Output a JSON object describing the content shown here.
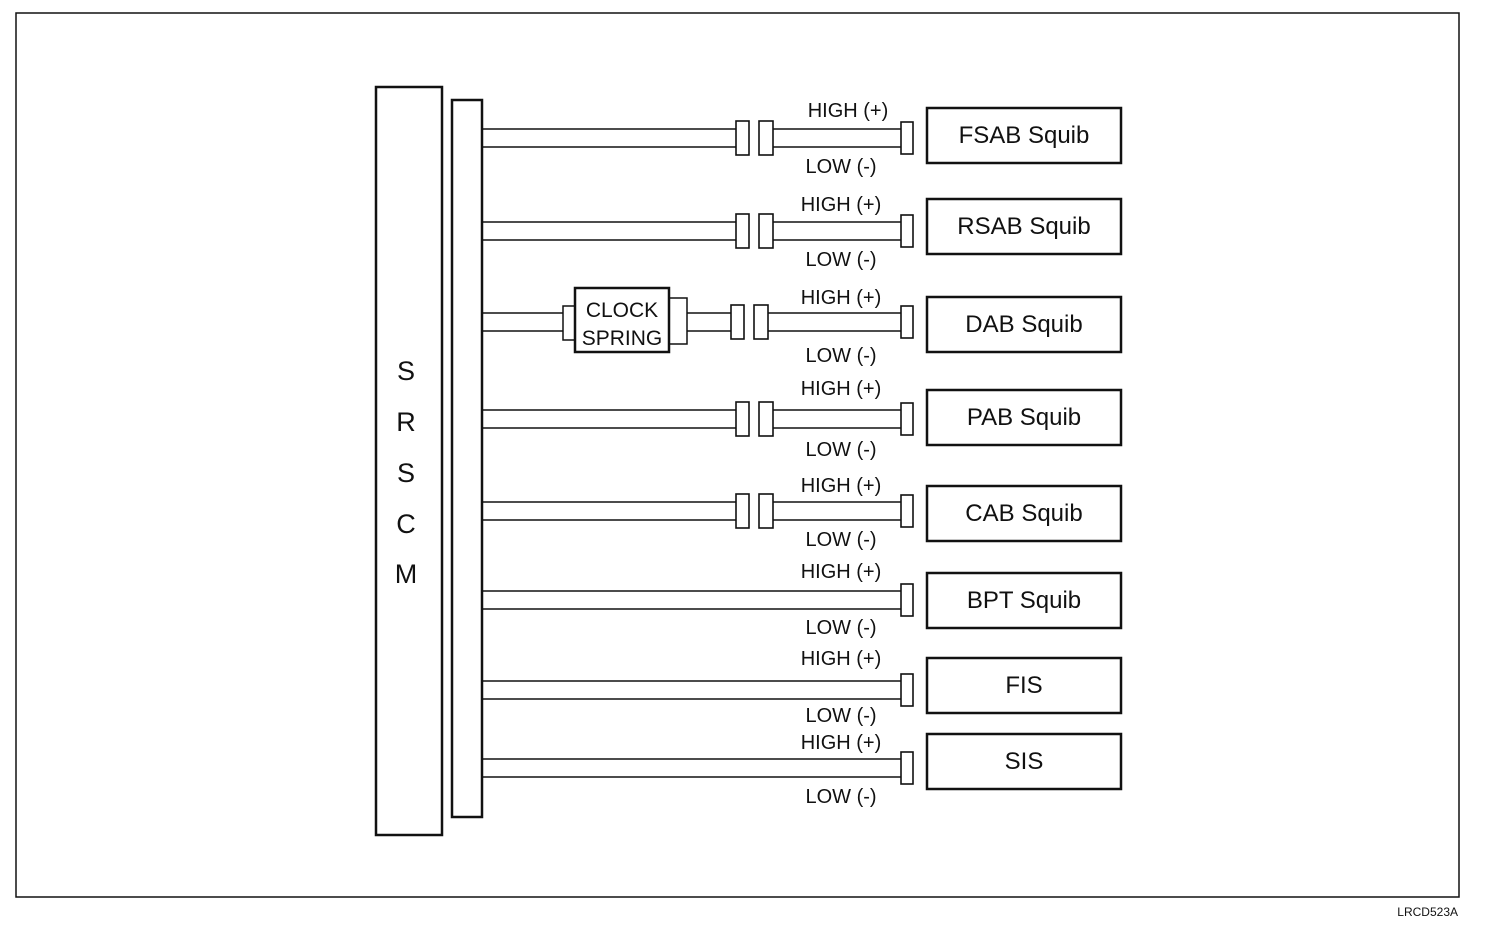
{
  "module": {
    "letters": [
      "S",
      "R",
      "S",
      "C",
      "M"
    ]
  },
  "clock_spring": {
    "line1": "CLOCK",
    "line2": "SPRING"
  },
  "circuits": [
    {
      "name": "FSAB Squib",
      "high": "HIGH (+)",
      "low": "LOW (-)",
      "inline_connector": true,
      "clock_spring": false
    },
    {
      "name": "RSAB Squib",
      "high": "HIGH (+)",
      "low": "LOW (-)",
      "inline_connector": true,
      "clock_spring": false
    },
    {
      "name": "DAB Squib",
      "high": "HIGH (+)",
      "low": "LOW (-)",
      "inline_connector": true,
      "clock_spring": true
    },
    {
      "name": "PAB Squib",
      "high": "HIGH (+)",
      "low": "LOW (-)",
      "inline_connector": true,
      "clock_spring": false
    },
    {
      "name": "CAB Squib",
      "high": "HIGH (+)",
      "low": "LOW (-)",
      "inline_connector": true,
      "clock_spring": false
    },
    {
      "name": "BPT Squib",
      "high": "HIGH (+)",
      "low": "LOW (-)",
      "inline_connector": false,
      "clock_spring": false
    },
    {
      "name": "FIS",
      "high": "HIGH (+)",
      "low": "LOW (-)",
      "inline_connector": false,
      "clock_spring": false
    },
    {
      "name": "SIS",
      "high": "HIGH (+)",
      "low": "LOW (-)",
      "inline_connector": false,
      "clock_spring": false
    }
  ],
  "figure_code": "LRCD523A"
}
